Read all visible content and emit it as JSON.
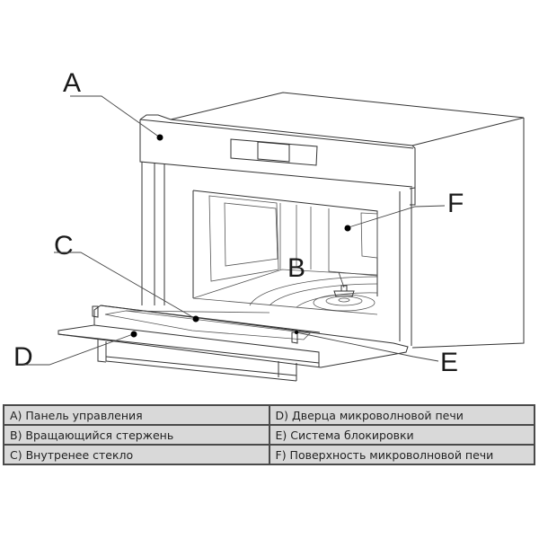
{
  "diagram": {
    "title": "Microwave oven parts",
    "callouts": {
      "A": "A",
      "B": "B",
      "C": "C",
      "D": "D",
      "E": "E",
      "F": "F"
    }
  },
  "legend": {
    "rows": [
      {
        "left": "A) Панель управления",
        "right": "D) Дверца микроволновой печи"
      },
      {
        "left": "B) Вращающийся стержень",
        "right": "E) Система блокировки"
      },
      {
        "left": "C) Внутренее стекло",
        "right": "F) Поверхность микроволновой печи"
      }
    ]
  }
}
